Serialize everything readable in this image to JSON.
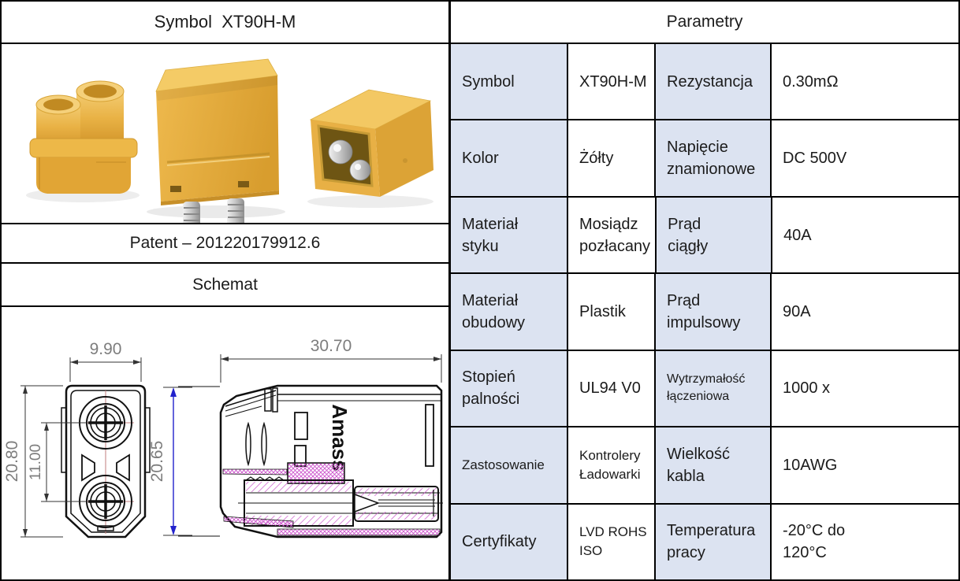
{
  "left_panel": {
    "title": "Symbol  XT90H-M",
    "patent": "Patent – 201220179912.6",
    "schemat_title": "Schemat",
    "drawing": {
      "overall_length": "30.70",
      "front_width": "9.90",
      "front_height": "20.80",
      "pin_pitch": "11.00",
      "side_height": "20.65",
      "marking": "Amass"
    }
  },
  "right_panel": {
    "title": "Parametry",
    "rows": [
      {
        "c1": "Symbol",
        "c2": "XT90H-M",
        "c3": "Rezystancja",
        "c4": "0.30mΩ"
      },
      {
        "c1": "Kolor",
        "c2": "Żółty",
        "c3": "Napięcie\nznamionowe",
        "c4": "DC 500V"
      },
      {
        "c1": "Materiał\nstyku",
        "c2": "Mosiądz\npozłacany",
        "c3": "Prąd\nciągły",
        "c4": "40A"
      },
      {
        "c1": "Materiał\nobudowy",
        "c2": "Plastik",
        "c3": "Prąd\nimpulsowy",
        "c4": "90A"
      },
      {
        "c1": "Stopień\npalności",
        "c2": "UL94 V0",
        "c3": "Wytrzymałość\nłączeniowa",
        "c4": "1000 x"
      },
      {
        "c1": "Zastosowanie",
        "c2": "Kontrolery\nŁadowarki",
        "c3": "Wielkość\nkabla",
        "c4": "10AWG"
      },
      {
        "c1": "Certyfikaty",
        "c2": "LVD ROHS\nISO",
        "c3": "Temperatura\npracy",
        "c4": "-20°C do\n120°C"
      }
    ]
  },
  "colors": {
    "cell_highlight": "#dce3f1",
    "border": "#000000",
    "dimension_text": "#7d7d7d",
    "dimension_arrow": "#2222cc",
    "centerline_pink": "#c27d7d",
    "hatch_magenta": "#cc55cc",
    "connector_yellow": "#eab23c"
  }
}
